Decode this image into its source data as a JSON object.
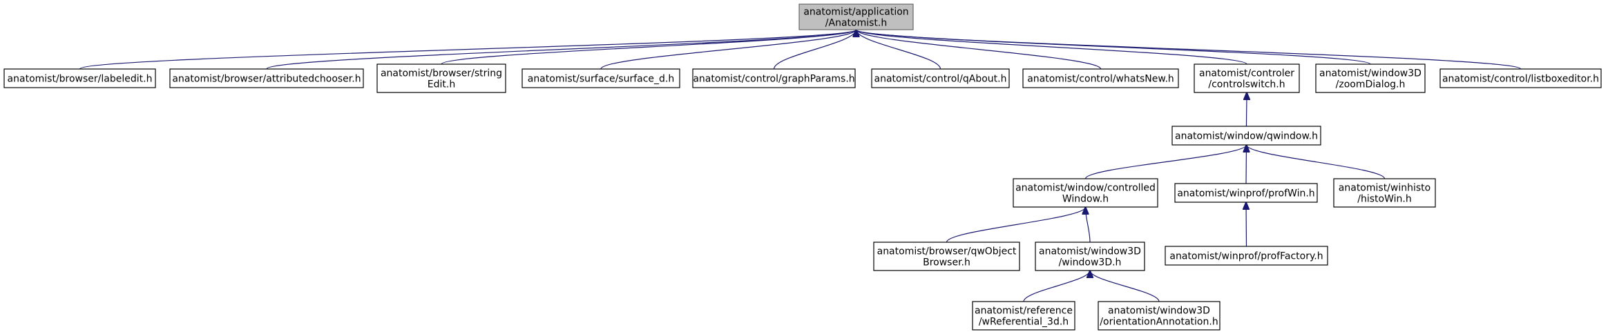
{
  "diagram": {
    "type": "include-dependency-graph",
    "colors": {
      "edge": "#191970",
      "root_fill": "#bfbfbf",
      "node_fill": "#ffffff",
      "border": "#000000"
    },
    "nodes": [
      {
        "id": "anatomist",
        "lines": [
          "anatomist/application",
          "/Anatomist.h"
        ],
        "root": true
      },
      {
        "id": "labeledit",
        "lines": [
          "anatomist/browser/labeledit.h"
        ]
      },
      {
        "id": "attributedchooser",
        "lines": [
          "anatomist/browser/attributedchooser.h"
        ]
      },
      {
        "id": "stringedit",
        "lines": [
          "anatomist/browser/string",
          "Edit.h"
        ]
      },
      {
        "id": "surface_d",
        "lines": [
          "anatomist/surface/surface_d.h"
        ]
      },
      {
        "id": "graphparams",
        "lines": [
          "anatomist/control/graphParams.h"
        ]
      },
      {
        "id": "qabout",
        "lines": [
          "anatomist/control/qAbout.h"
        ]
      },
      {
        "id": "whatsnew",
        "lines": [
          "anatomist/control/whatsNew.h"
        ]
      },
      {
        "id": "controlswitch",
        "lines": [
          "anatomist/controler",
          "/controlswitch.h"
        ]
      },
      {
        "id": "zoomdialog",
        "lines": [
          "anatomist/window3D",
          "/zoomDialog.h"
        ]
      },
      {
        "id": "listboxeditor",
        "lines": [
          "anatomist/control/listboxeditor.h"
        ]
      },
      {
        "id": "qwindow",
        "lines": [
          "anatomist/window/qwindow.h"
        ]
      },
      {
        "id": "controlledwindow",
        "lines": [
          "anatomist/window/controlled",
          "Window.h"
        ]
      },
      {
        "id": "profwin",
        "lines": [
          "anatomist/winprof/profWin.h"
        ]
      },
      {
        "id": "histowin",
        "lines": [
          "anatomist/winhisto",
          "/histoWin.h"
        ]
      },
      {
        "id": "qwobjectbrowser",
        "lines": [
          "anatomist/browser/qwObject",
          "Browser.h"
        ]
      },
      {
        "id": "window3d",
        "lines": [
          "anatomist/window3D",
          "/window3D.h"
        ]
      },
      {
        "id": "proffactory",
        "lines": [
          "anatomist/winprof/profFactory.h"
        ]
      },
      {
        "id": "wreferential",
        "lines": [
          "anatomist/reference",
          "/wReferential_3d.h"
        ]
      },
      {
        "id": "orientationannotation",
        "lines": [
          "anatomist/window3D",
          "/orientationAnnotation.h"
        ]
      }
    ],
    "edges": [
      {
        "from": "labeledit",
        "to": "anatomist"
      },
      {
        "from": "attributedchooser",
        "to": "anatomist"
      },
      {
        "from": "stringedit",
        "to": "anatomist"
      },
      {
        "from": "surface_d",
        "to": "anatomist"
      },
      {
        "from": "graphparams",
        "to": "anatomist"
      },
      {
        "from": "qabout",
        "to": "anatomist"
      },
      {
        "from": "whatsnew",
        "to": "anatomist"
      },
      {
        "from": "controlswitch",
        "to": "anatomist"
      },
      {
        "from": "zoomdialog",
        "to": "anatomist"
      },
      {
        "from": "listboxeditor",
        "to": "anatomist"
      },
      {
        "from": "qwindow",
        "to": "controlswitch"
      },
      {
        "from": "controlledwindow",
        "to": "qwindow"
      },
      {
        "from": "profwin",
        "to": "qwindow"
      },
      {
        "from": "histowin",
        "to": "qwindow"
      },
      {
        "from": "qwobjectbrowser",
        "to": "controlledwindow"
      },
      {
        "from": "window3d",
        "to": "controlledwindow"
      },
      {
        "from": "proffactory",
        "to": "profwin"
      },
      {
        "from": "wreferential",
        "to": "window3d"
      },
      {
        "from": "orientationannotation",
        "to": "window3d"
      }
    ]
  }
}
